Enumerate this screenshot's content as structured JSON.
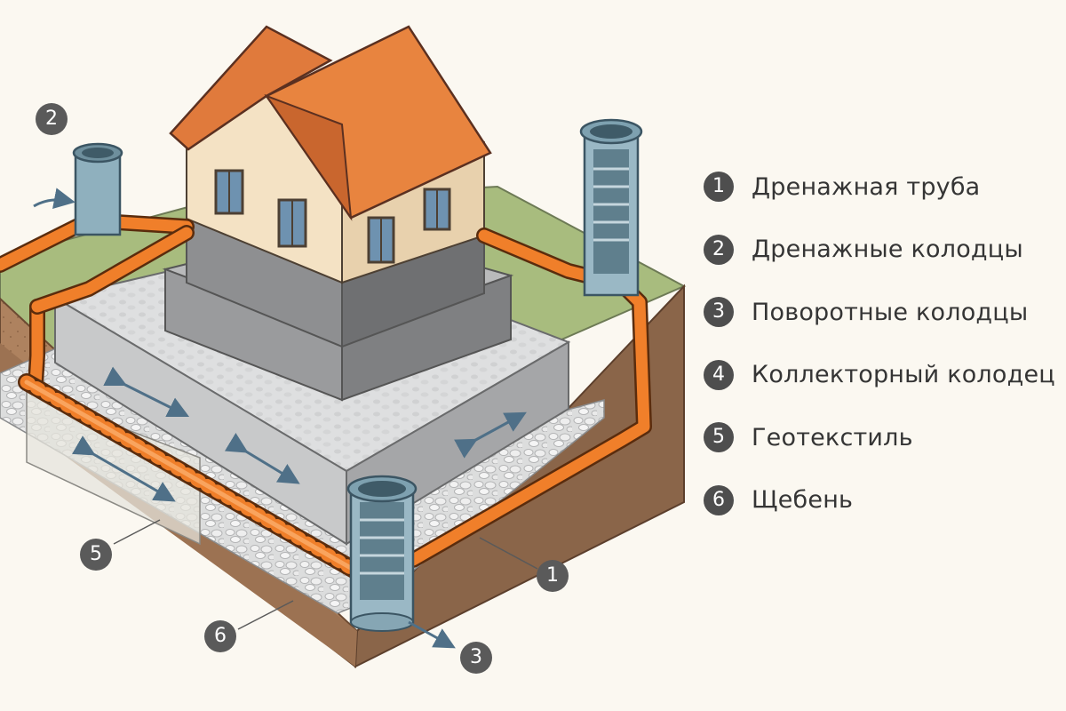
{
  "legend": [
    {
      "number": "1",
      "label": "Дренажная труба"
    },
    {
      "number": "2",
      "label": "Дренажные колодцы"
    },
    {
      "number": "3",
      "label": "Поворотные колодцы"
    },
    {
      "number": "4",
      "label": "Коллекторный колодец"
    },
    {
      "number": "5",
      "label": "Геотекстиль"
    },
    {
      "number": "6",
      "label": "Щебень"
    }
  ],
  "callouts": {
    "c1": "1",
    "c2": "2",
    "c3": "3",
    "c5": "5",
    "c6": "6"
  },
  "colors": {
    "roof": "#e07a3c",
    "wall": "#f4e2c4",
    "pipe": "#f07f2a",
    "well": "#8fb0be",
    "soil": "#a57a5a",
    "grass": "#a8bc7e",
    "gravel": "#d9dadb",
    "concrete": "#a5a6a8"
  }
}
